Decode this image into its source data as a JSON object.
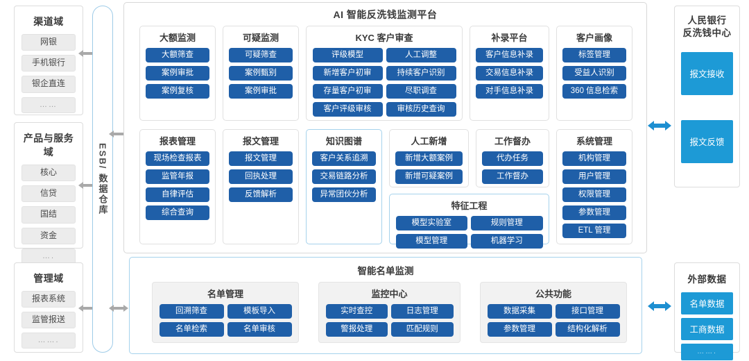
{
  "main": {
    "title": "AI 智能反洗钱监测平台",
    "row1": [
      {
        "title": "大额监测",
        "layout": "wide",
        "items": [
          "大额筛查",
          "案例审批",
          "案例复核"
        ]
      },
      {
        "title": "可疑监测",
        "layout": "wide",
        "items": [
          "可疑筛查",
          "案例甄别",
          "案例审批"
        ]
      },
      {
        "title": "KYC 客户审查",
        "layout": "half",
        "items": [
          "评级模型",
          "人工调整",
          "新增客户初审",
          "持续客户识别",
          "存量客户初审",
          "尽职调查",
          "客户评级审核",
          "审核历史查询"
        ]
      },
      {
        "title": "补录平台",
        "layout": "wide",
        "items": [
          "客户信息补录",
          "交易信息补录",
          "对手信息补录"
        ]
      },
      {
        "title": "客户画像",
        "layout": "wide",
        "items": [
          "标签管理",
          "受益人识别",
          "360 信息检索"
        ]
      }
    ],
    "row2": [
      {
        "title": "报表管理",
        "layout": "wide",
        "outline": "gray",
        "items": [
          "现场检查报表",
          "监管年报",
          "自律评估",
          "综合查询"
        ]
      },
      {
        "title": "报文管理",
        "layout": "wide",
        "outline": "gray",
        "items": [
          "报文管理",
          "回执处理",
          "反馈解析"
        ]
      },
      {
        "title": "知识图谱",
        "layout": "wide",
        "outline": "blue",
        "items": [
          "客户关系追溯",
          "交易链路分析",
          "异常团伙分析"
        ]
      },
      {
        "title": "人工新增",
        "layout": "wide",
        "outline": "gray",
        "items": [
          "新增大额案例",
          "新增可疑案例"
        ]
      },
      {
        "title": "工作督办",
        "layout": "wide",
        "outline": "gray",
        "items": [
          "代办任务",
          "工作督办"
        ]
      },
      {
        "title": "系统管理",
        "layout": "wide",
        "outline": "gray",
        "items": [
          "机构管理",
          "用户管理",
          "权限管理",
          "参数管理",
          "ETL 管理"
        ]
      },
      {
        "title": "特征工程",
        "layout": "half",
        "outline": "blue",
        "items": [
          "模型实验室",
          "规则管理",
          "模型管理",
          "机器学习"
        ]
      }
    ]
  },
  "smartlist": {
    "title": "智能名单监测",
    "groups": [
      {
        "title": "名单管理",
        "items": [
          "回溯筛查",
          "模板导入",
          "名单检索",
          "名单审核"
        ]
      },
      {
        "title": "监控中心",
        "items": [
          "实时查控",
          "日志管理",
          "警报处理",
          "匹配规则"
        ]
      },
      {
        "title": "公共功能",
        "items": [
          "数据采集",
          "接口管理",
          "参数管理",
          "结构化解析"
        ]
      }
    ]
  },
  "esb": {
    "label": "ESB/ 数据仓库"
  },
  "left_domains": [
    {
      "title": "渠道域",
      "items": [
        "网银",
        "手机银行",
        "银企直连",
        "……"
      ]
    },
    {
      "title": "产品与服务域",
      "items": [
        "核心",
        "信贷",
        "国结",
        "资金",
        "…."
      ]
    },
    {
      "title": "管理域",
      "items": [
        "报表系统",
        "监管报送",
        "……."
      ]
    }
  ],
  "right_panels": [
    {
      "title": "人民银行\n反洗钱中心",
      "items": [
        "报文接收",
        "报文反馈"
      ],
      "style": "tall"
    },
    {
      "title": "外部数据",
      "items": [
        "名单数据",
        "工商数据",
        "……."
      ],
      "style": "short"
    }
  ],
  "colors": {
    "button_blue": "#1f5fa8",
    "cyan": "#1d9ad6",
    "accent_border": "#a5d2ec",
    "arrow_gray": "#a9a9a9",
    "arrow_blue": "#1d8fd1"
  }
}
